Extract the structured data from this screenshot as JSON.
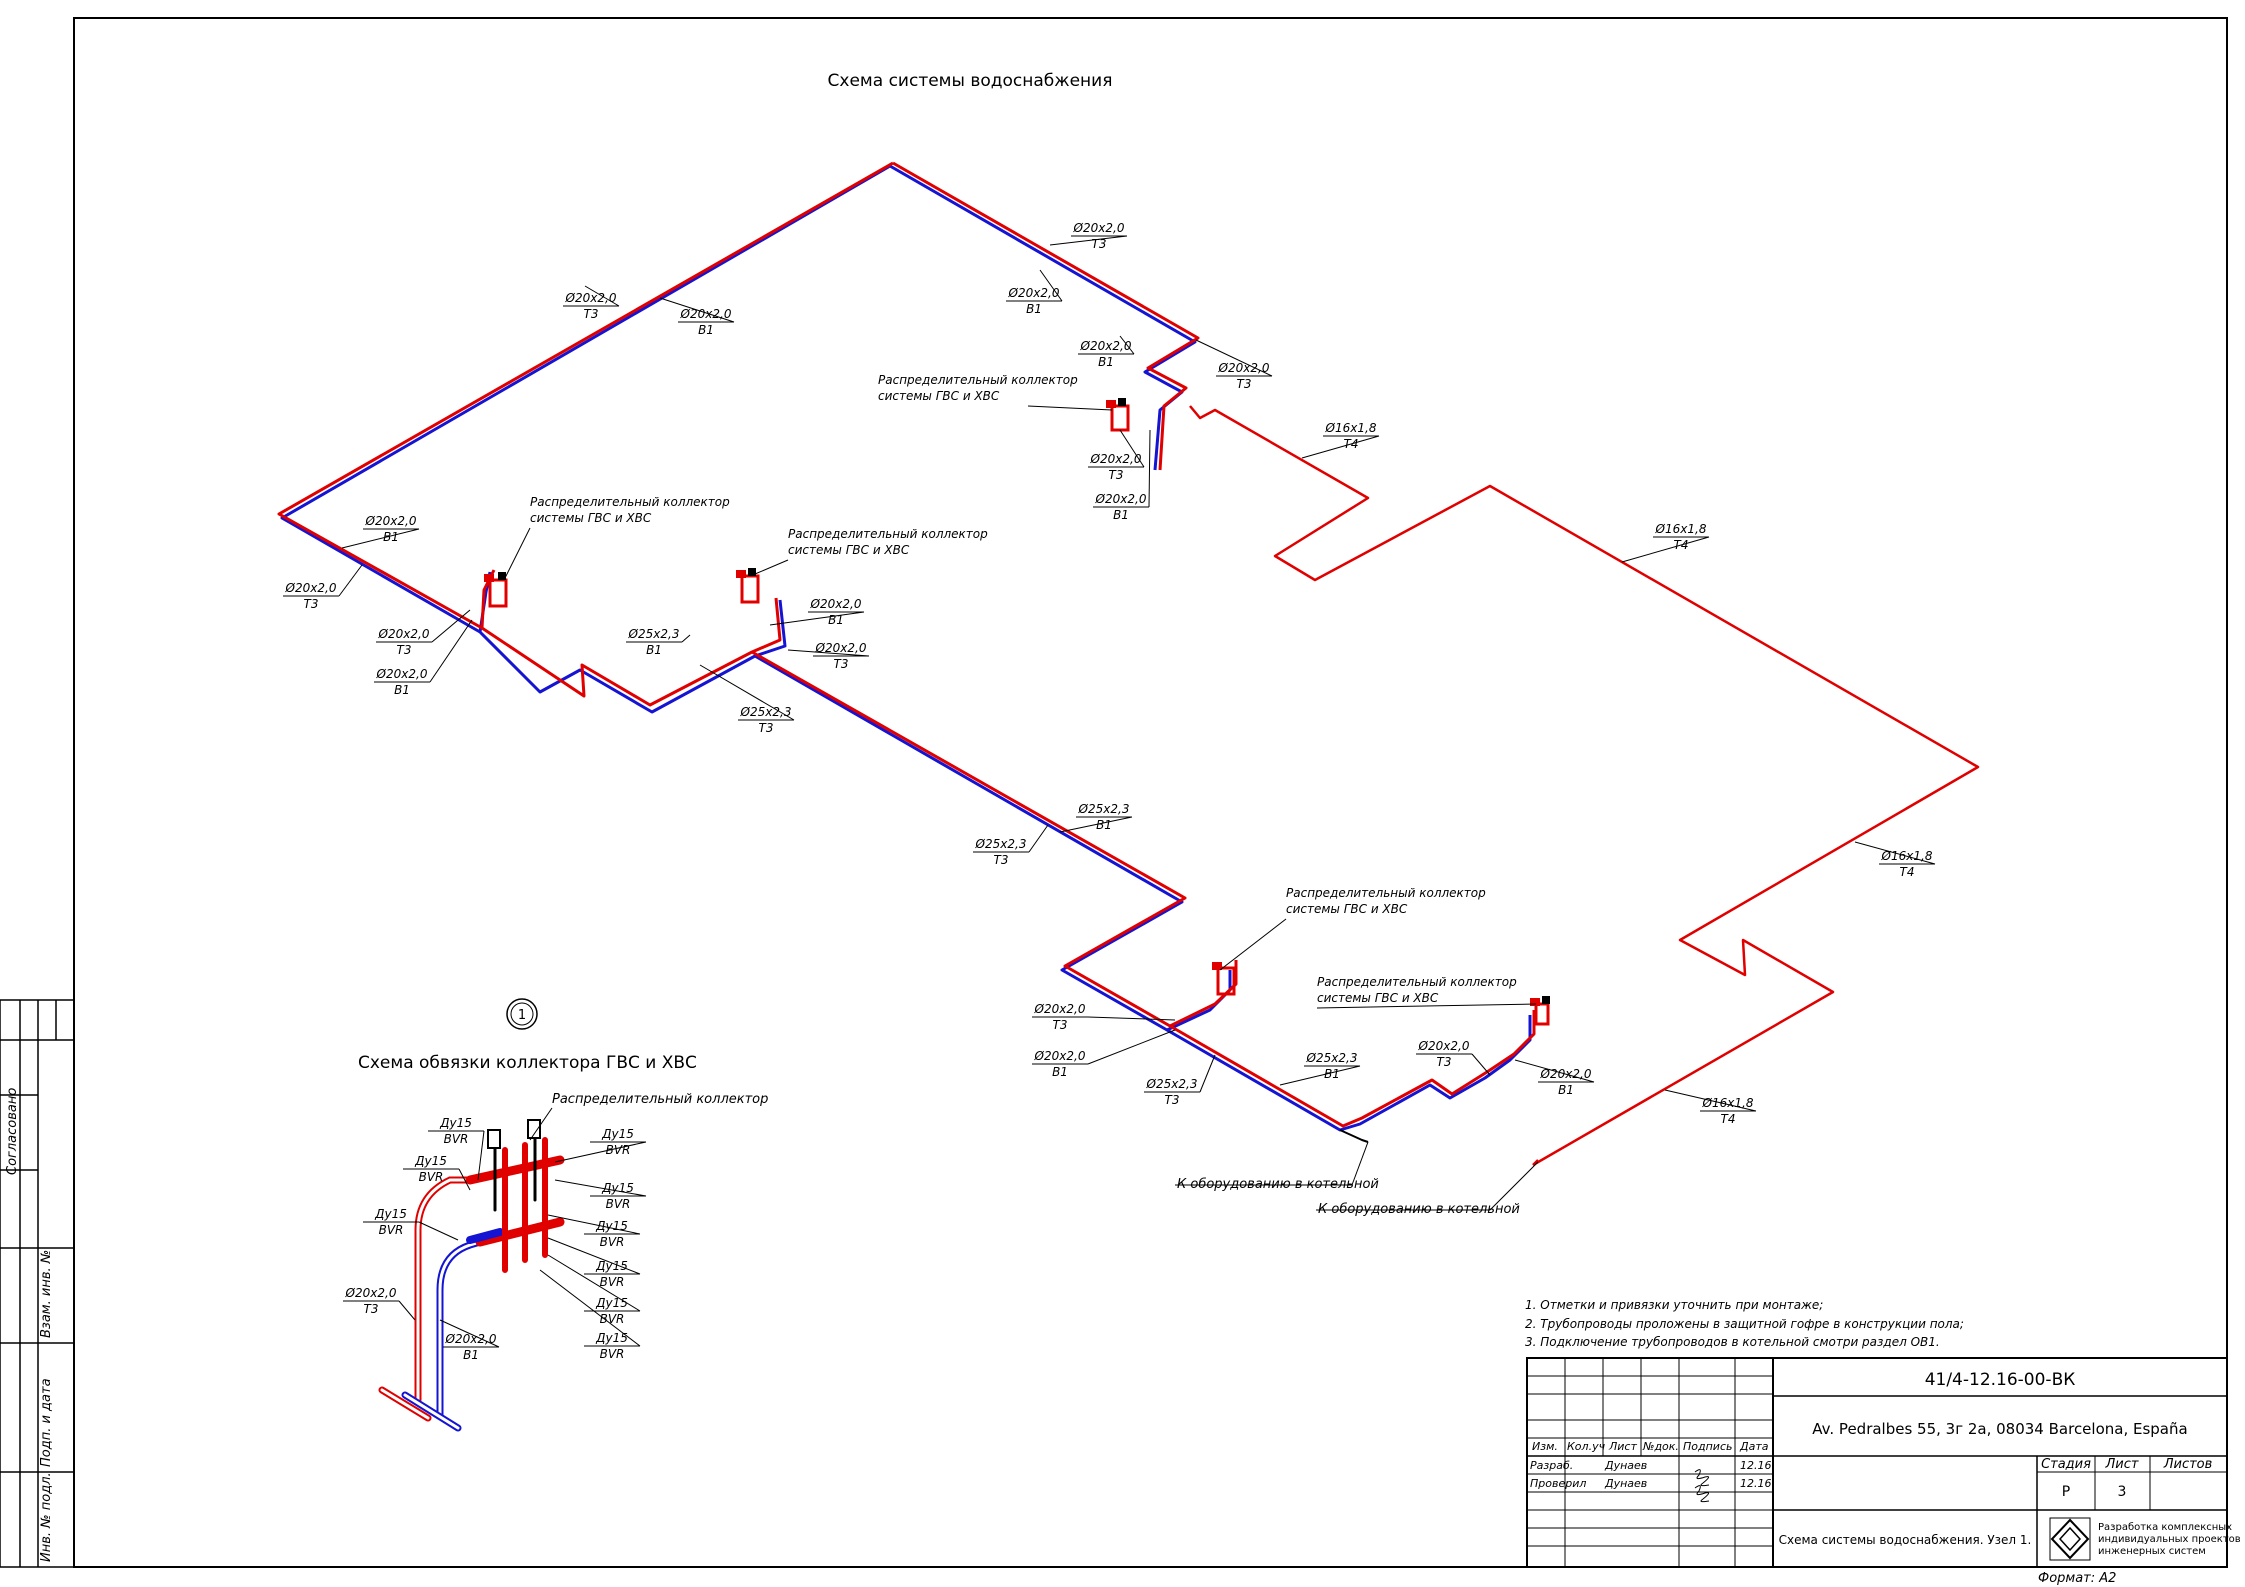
{
  "main_title": "Схема системы водоснабжения",
  "detail": {
    "circle_number": "1",
    "title": "Схема обвязки коллектора ГВС и ХВС",
    "collector_label": "Распределительный коллектор",
    "tags": [
      {
        "top": "Ду15",
        "bottom": "BVR"
      },
      {
        "top": "Ду15",
        "bottom": "BVR"
      },
      {
        "top": "Ду15",
        "bottom": "BVR"
      },
      {
        "top": "Ду15",
        "bottom": "BVR"
      },
      {
        "top": "Ду15",
        "bottom": "BVR"
      },
      {
        "top": "Ду15",
        "bottom": "BVR"
      },
      {
        "top": "Ду15",
        "bottom": "BVR"
      },
      {
        "top": "Ду15",
        "bottom": "BVR"
      },
      {
        "top": "Ду15",
        "bottom": "BVR"
      },
      {
        "top": "Ø20x2,0",
        "bottom": "T3"
      },
      {
        "top": "Ø20x2,0",
        "bottom": "B1"
      }
    ]
  },
  "pipe_tags": [
    {
      "top": "Ø20x2,0",
      "bottom": "T3"
    },
    {
      "top": "Ø20x2,0",
      "bottom": "B1"
    },
    {
      "top": "Ø20x2,0",
      "bottom": "T3"
    },
    {
      "top": "Ø20x2,0",
      "bottom": "B1"
    },
    {
      "top": "Ø20x2,0",
      "bottom": "B1"
    },
    {
      "top": "Ø20x2,0",
      "bottom": "T3"
    },
    {
      "top": "Ø16x1,8",
      "bottom": "T4"
    },
    {
      "top": "Ø20x2,0",
      "bottom": "T3"
    },
    {
      "top": "Ø20x2,0",
      "bottom": "B1"
    },
    {
      "top": "Ø20x2,0",
      "bottom": "B1"
    },
    {
      "top": "Ø20x2,0",
      "bottom": "T3"
    },
    {
      "top": "Ø20x2,0",
      "bottom": "T3"
    },
    {
      "top": "Ø20x2,0",
      "bottom": "B1"
    },
    {
      "top": "Ø25x2,3",
      "bottom": "B1"
    },
    {
      "top": "Ø25x2,3",
      "bottom": "T3"
    },
    {
      "top": "Ø20x2,0",
      "bottom": "B1"
    },
    {
      "top": "Ø20x2,0",
      "bottom": "T3"
    },
    {
      "top": "Ø16x1,8",
      "bottom": "T4"
    },
    {
      "top": "Ø25x2,3",
      "bottom": "B1"
    },
    {
      "top": "Ø25x2,3",
      "bottom": "T3"
    },
    {
      "top": "Ø16x1,8",
      "bottom": "T4"
    },
    {
      "top": "Ø20x2,0",
      "bottom": "T3"
    },
    {
      "top": "Ø20x2,0",
      "bottom": "B1"
    },
    {
      "top": "Ø25x2,3",
      "bottom": "B1"
    },
    {
      "top": "Ø25x2,3",
      "bottom": "T3"
    },
    {
      "top": "Ø20x2,0",
      "bottom": "T3"
    },
    {
      "top": "Ø20x2,0",
      "bottom": "B1"
    },
    {
      "top": "Ø16x1,8",
      "bottom": "T4"
    }
  ],
  "collector_labels": [
    {
      "line1": "Распределительный коллектор",
      "line2": "системы ГВС и ХВС"
    },
    {
      "line1": "Распределительный коллектор",
      "line2": "системы ГВС и ХВС"
    },
    {
      "line1": "Распределительный коллектор",
      "line2": "системы ГВС и ХВС"
    },
    {
      "line1": "Распределительный коллектор",
      "line2": "системы ГВС и ХВС"
    },
    {
      "line1": "Распределительный коллектор",
      "line2": "системы ГВС и ХВС"
    }
  ],
  "boiler_labels": [
    "К оборудованию в котельной",
    "К оборудованию в котельной"
  ],
  "notes": [
    "1. Отметки и привязки уточнить при монтаже;",
    "2. Трубопроводы проложены в защитной гофре в конструкции пола;",
    "3. Подключение трубопроводов в котельной смотри раздел ОВ1."
  ],
  "side_stamp": {
    "agreed": "Согласовано",
    "replace_inv": "Взам. инв. №",
    "sign_date": "Подп. и дата",
    "inv_no": "Инв. № подл."
  },
  "title_block": {
    "doc_code": "41/4-12.16-00-ВК",
    "address": "Av. Pedralbes 55, 3г 2а, 08034 Barcelona, España",
    "headers": [
      "Изм.",
      "Кол.уч",
      "Лист",
      "№док.",
      "Подпись",
      "Дата"
    ],
    "rows": [
      {
        "role": "Разраб.",
        "name": "Дунаев",
        "date": "12.16"
      },
      {
        "role": "Проверил",
        "name": "Дунаев",
        "date": "12.16"
      }
    ],
    "stage_label": "Стадия",
    "sheet_label": "Лист",
    "sheets_label": "Листов",
    "stage": "Р",
    "sheet": "3",
    "drawing_name": "Схема системы водоснабжения. Узел 1.",
    "company_line1": "Разработка комплексных",
    "company_line2": "индивидуальных проектов",
    "company_line3": "инженерных систем",
    "format": "Формат: А2"
  },
  "colors": {
    "hot_water_T3": "#e00000",
    "cold_water_B1": "#1414d2",
    "recirc_T4": "#e00000",
    "frame": "#000000"
  }
}
